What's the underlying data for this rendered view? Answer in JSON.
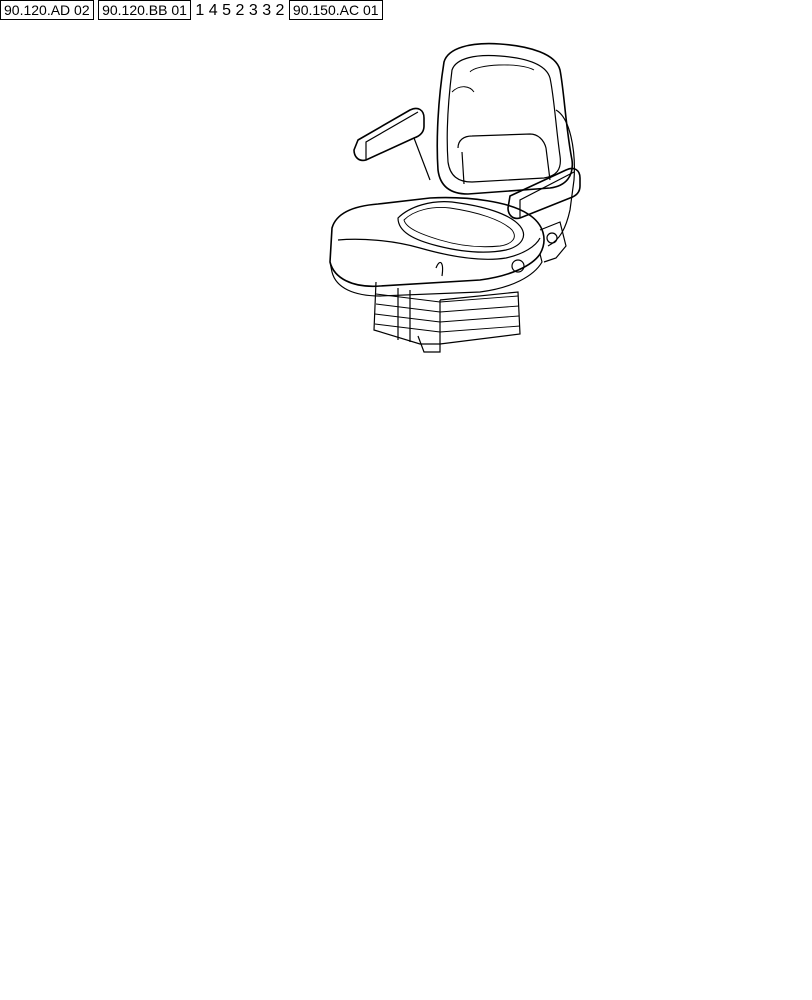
{
  "refs": {
    "seat_ad": "90.120.AD 02",
    "seat_bb": "90.120.BB 01",
    "frame": "90.150.AC 01"
  },
  "callouts": {
    "seat": "1",
    "plate": "4",
    "cap": "5",
    "bolt_right": "2",
    "washer_right": "3",
    "washer_left": "3",
    "bolt_left": "2"
  },
  "icons": {
    "nav": "arrow-left-icon"
  }
}
